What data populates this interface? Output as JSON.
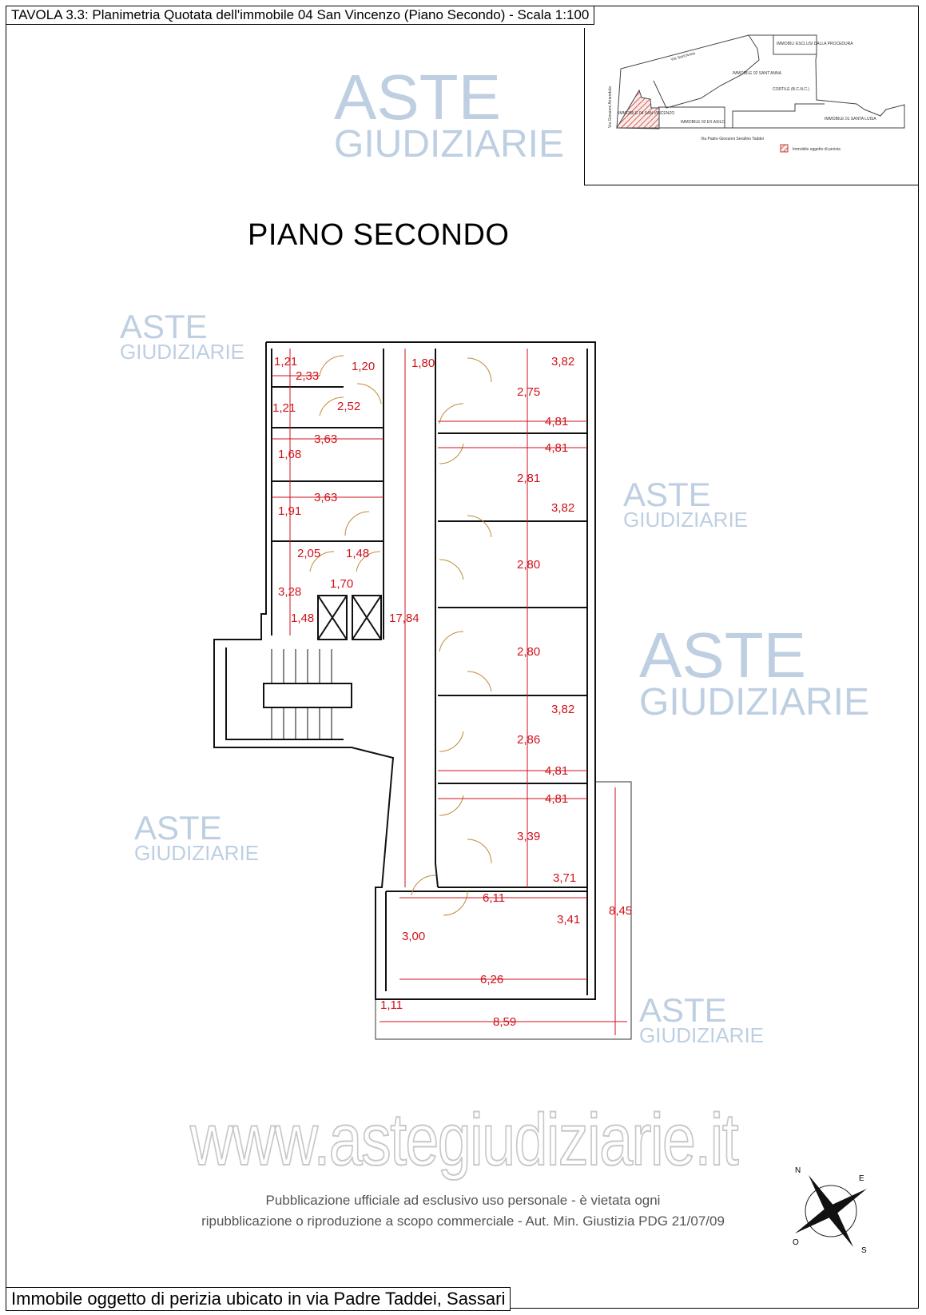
{
  "title": "TAVOLA 3.3: Planimetria Quotata dell'immobile 04 San Vincenzo (Piano Secondo) - Scala 1:100",
  "heading": "PIANO SECONDO",
  "key_map": {
    "streets": [
      "Via Sant'Anna",
      "Via Giovanni Amendola",
      "Via Padre Giovanni Serafino Taddei"
    ],
    "areas": [
      "IMMOBILI ESCLUSI DALLA PROCEDURA",
      "IMMOBILE 02 SANT'ANNA",
      "CORTILE (B.C.N.C.)",
      "IMMOBILE 04 SAN VINCENZO",
      "IMMOBILE 03 EX ASILO",
      "IMMOBILE 01 SANTA LUISA"
    ],
    "legend": "Immobile oggetto di perizia",
    "highlight_color": "#c0392b"
  },
  "dimensions": [
    "1,21",
    "2,33",
    "1,20",
    "1,80",
    "3,82",
    "2,75",
    "2,52",
    "1,21",
    "4,81",
    "3,63",
    "4,81",
    "1,68",
    "2,81",
    "3,63",
    "3,82",
    "1,91",
    "2,05",
    "1,48",
    "2,80",
    "1,70",
    "3,28",
    "1,48",
    "17,84",
    "2,80",
    "3,82",
    "2,86",
    "4,81",
    "4,81",
    "3,39",
    "3,71",
    "6,11",
    "8,45",
    "3,41",
    "3,00",
    "6,26",
    "1,11",
    "8,59"
  ],
  "dimension_color": "#d0121b",
  "watermark": {
    "line1": "ASTE",
    "line2": "GIUDIZIARIE",
    "url": "www.astegiudiziarie.it"
  },
  "notice": [
    "Pubblicazione ufficiale ad esclusivo uso personale - è vietata ogni",
    "ripubblicazione o riproduzione a scopo commerciale - Aut. Min. Giustizia PDG 21/07/09"
  ],
  "footer": "Immobile oggetto di perizia ubicato in via Padre Taddei, Sassari",
  "compass": {
    "icon": "compass-rose-icon",
    "letters": [
      "N",
      "E",
      "S",
      "O"
    ]
  }
}
